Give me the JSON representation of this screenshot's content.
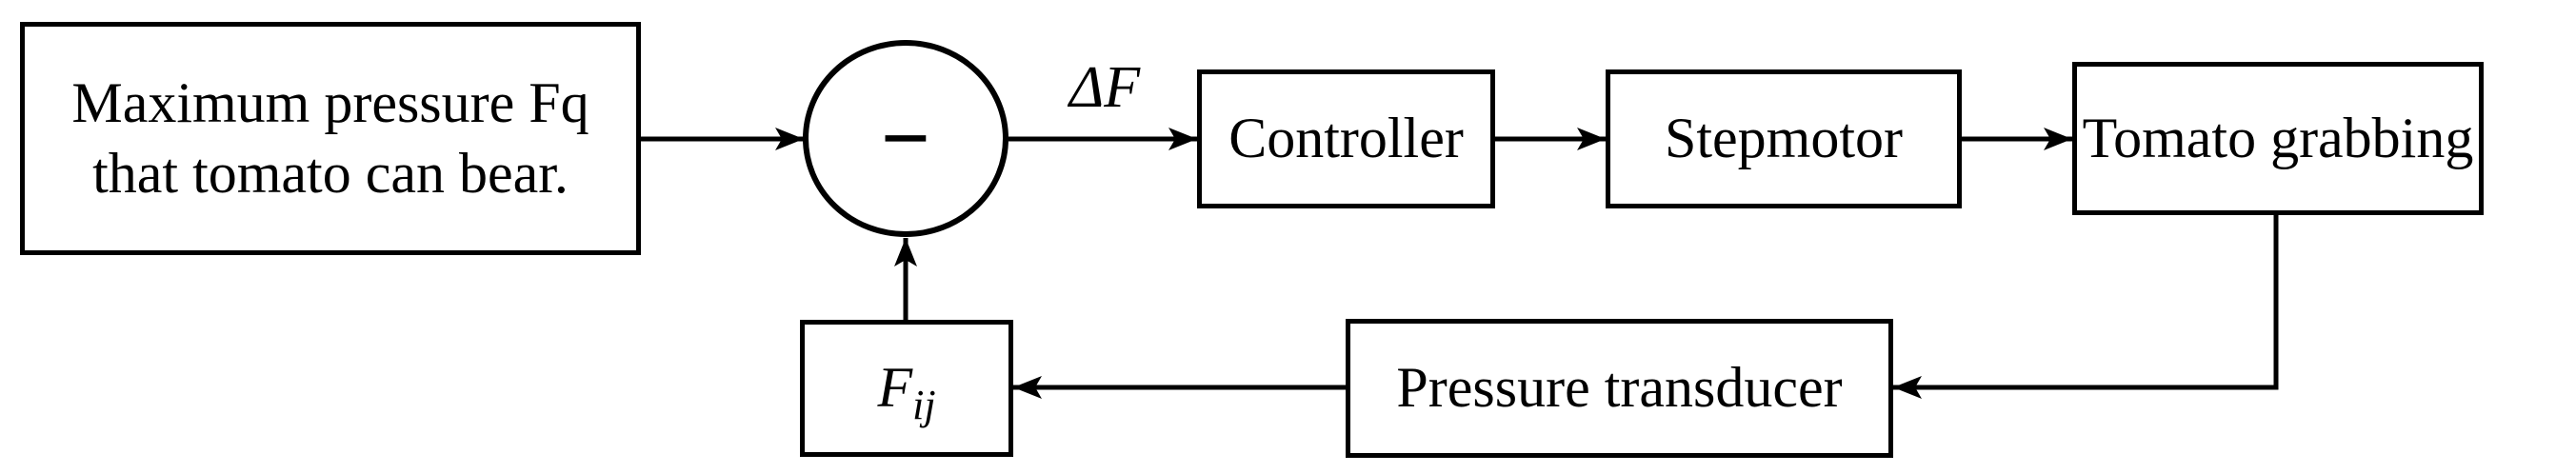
{
  "colors": {
    "ink": "#000000",
    "background": "#ffffff"
  },
  "nodes": {
    "reference": {
      "line1": "Maximum pressure Fq",
      "line2": "that tomato can bear."
    },
    "controller": {
      "label": "Controller"
    },
    "stepmotor": {
      "label": "Stepmotor"
    },
    "tomato_grabbing": {
      "label": "Tomato grabbing"
    },
    "pressure_transducer": {
      "label": "Pressure transducer"
    },
    "feedback": {
      "base": "F",
      "subscript": "ij"
    }
  },
  "junction": {
    "operator": "−"
  },
  "signals": {
    "error_label": "ΔF"
  }
}
